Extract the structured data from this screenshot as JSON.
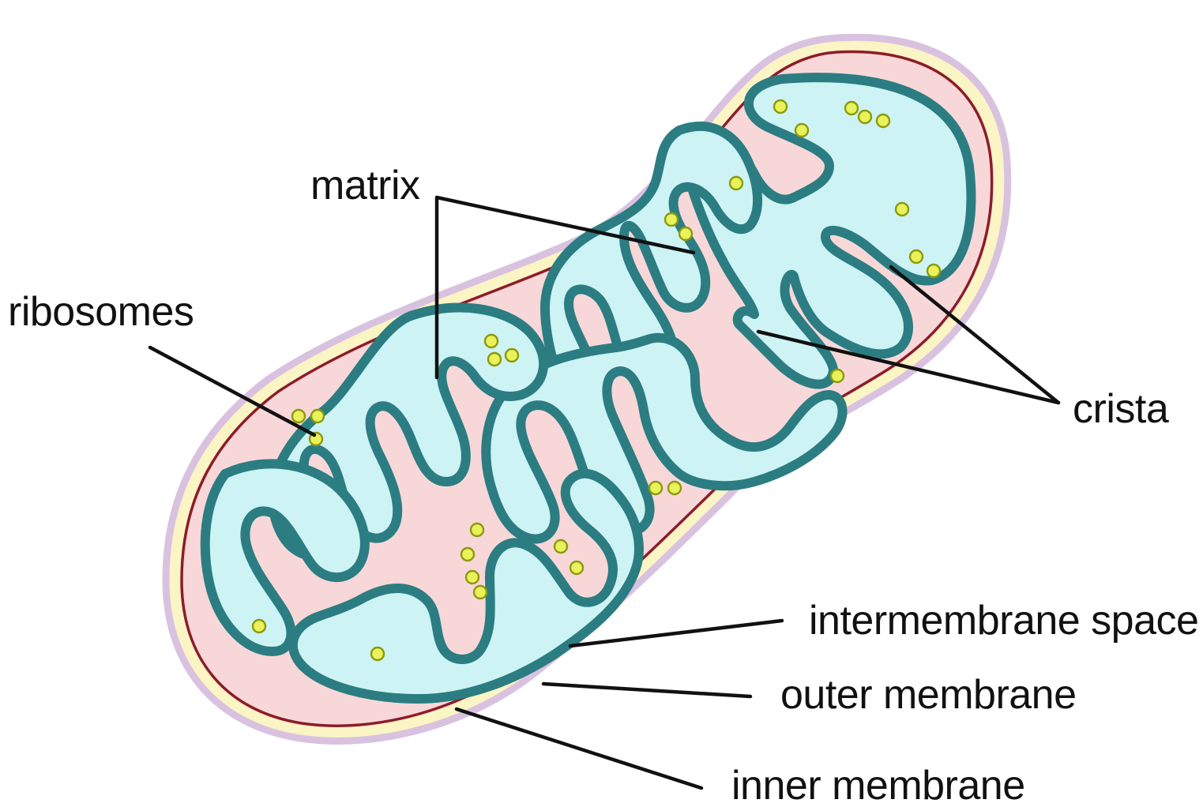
{
  "labels": {
    "matrix": "matrix",
    "ribosomes": "ribosomes",
    "crista": "crista",
    "intermembrane_space": "intermembrane space",
    "outer_membrane": "outer membrane",
    "inner_membrane": "inner membrane"
  },
  "colors": {
    "outer_membrane_rim": "#d9c2e0",
    "outer_membrane_band": "#fbf4c4",
    "intermembrane_space": "#f8d7d8",
    "inner_boundary_line": "#8c1c2c",
    "matrix": "#cdf3f4",
    "crista_membrane": "#2b7d82",
    "ribosome_fill": "#eaf25a",
    "ribosome_stroke": "#8c9a10",
    "leader_lines": "#111111"
  }
}
